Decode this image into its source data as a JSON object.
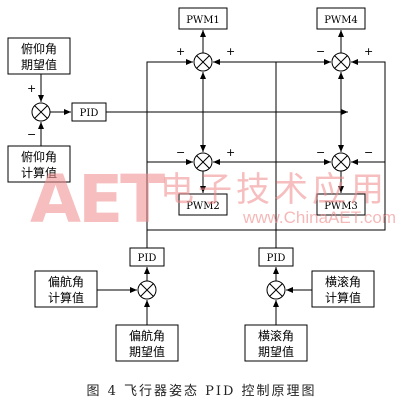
{
  "blocks": {
    "pwm1": "PWM1",
    "pwm2": "PWM2",
    "pwm3": "PWM3",
    "pwm4": "PWM4",
    "pid_pitch": "PID",
    "pid_yaw": "PID",
    "pid_roll": "PID",
    "pitch_desired": [
      "俯仰角",
      "期望值"
    ],
    "pitch_measured": [
      "俯仰角",
      "计算值"
    ],
    "yaw_measured": [
      "偏航角",
      "计算值"
    ],
    "yaw_desired": [
      "偏航角",
      "期望值"
    ],
    "roll_measured": [
      "横滚角",
      "计算值"
    ],
    "roll_desired": [
      "横滚角",
      "期望值"
    ]
  },
  "signs": {
    "pitch_in": "+",
    "pitch_feedback": "−",
    "pwm1_left": "+",
    "pwm1_right": "+",
    "pwm4_left": "−",
    "pwm4_right": "+",
    "pwm2_left": "−",
    "pwm2_right": "+",
    "pwm3_left": "−",
    "pwm3_right": "−"
  },
  "watermark": {
    "logo": "AET",
    "chinese": "电子技术应用",
    "url": "www.ChinaAET.com"
  },
  "caption": "图 4   飞行器姿态 PID 控制原理图"
}
